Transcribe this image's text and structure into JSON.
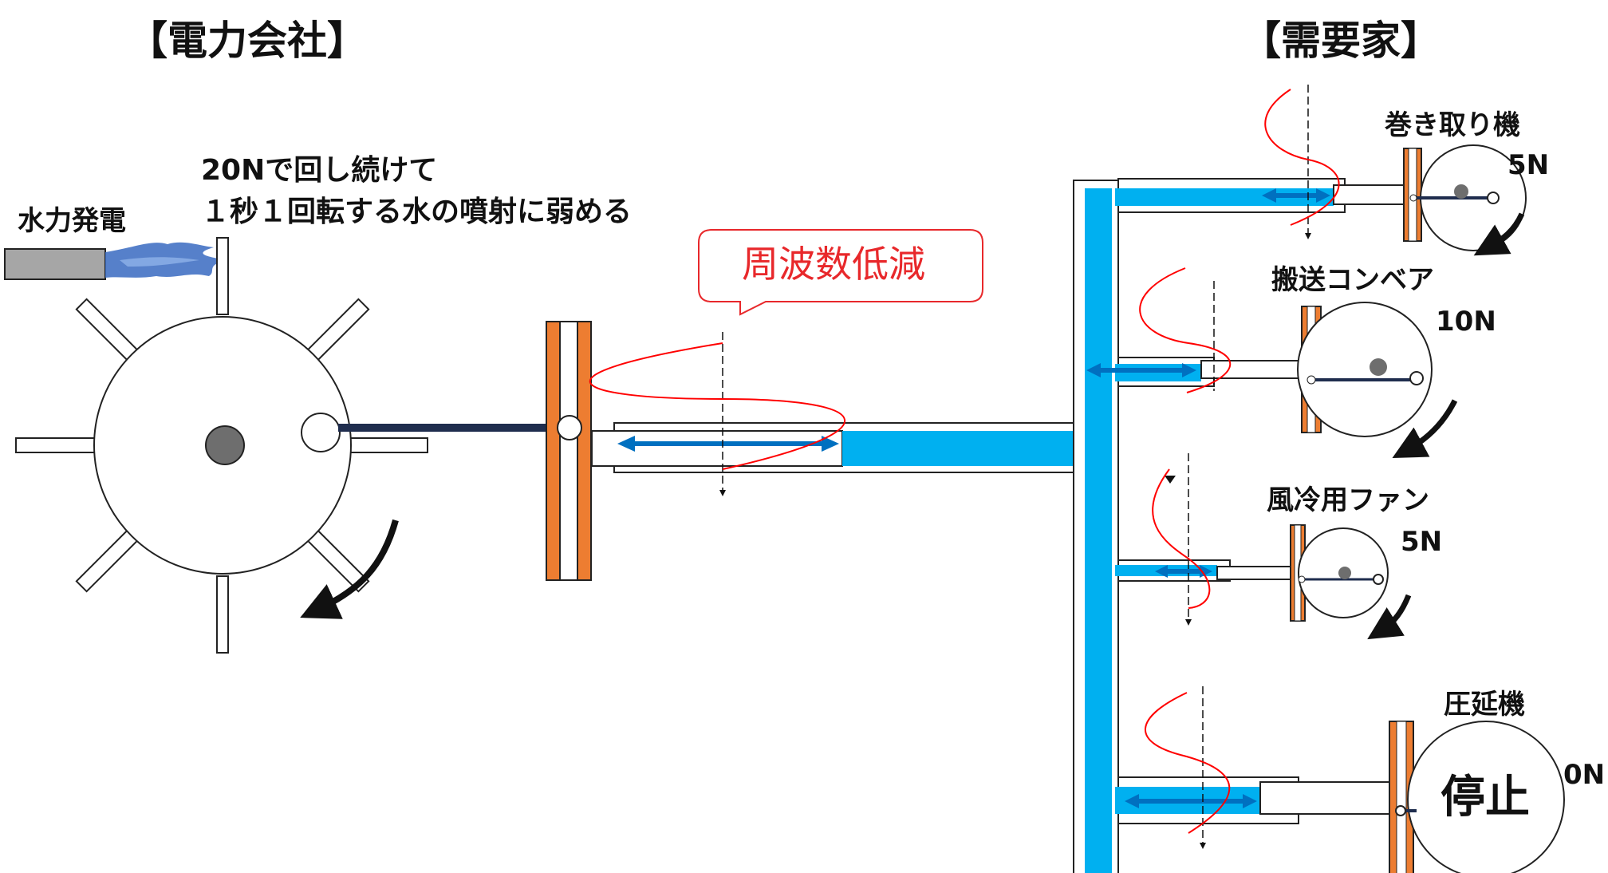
{
  "headers": {
    "company": "【電力会社】",
    "consumer": "【需要家】"
  },
  "generator": {
    "label": "水力発電",
    "note_line1": "20Nで回し続けて",
    "note_line2": "１秒１回転する水の噴射に弱める",
    "flame_color": "#4472c4"
  },
  "callout": {
    "text": "周波数低減",
    "color": "#e8282b"
  },
  "machines": [
    {
      "name": "巻き取り機",
      "force": "5N"
    },
    {
      "name": "搬送コンベア",
      "force": "10N"
    },
    {
      "name": "風冷用ファン",
      "force": "5N"
    },
    {
      "name": "圧延機",
      "force": "0N",
      "status": "停止"
    }
  ],
  "colors": {
    "water": "#00b0f0",
    "plate": "#ed7d31",
    "arrow": "#0070c0",
    "wave": "#ff0000"
  }
}
